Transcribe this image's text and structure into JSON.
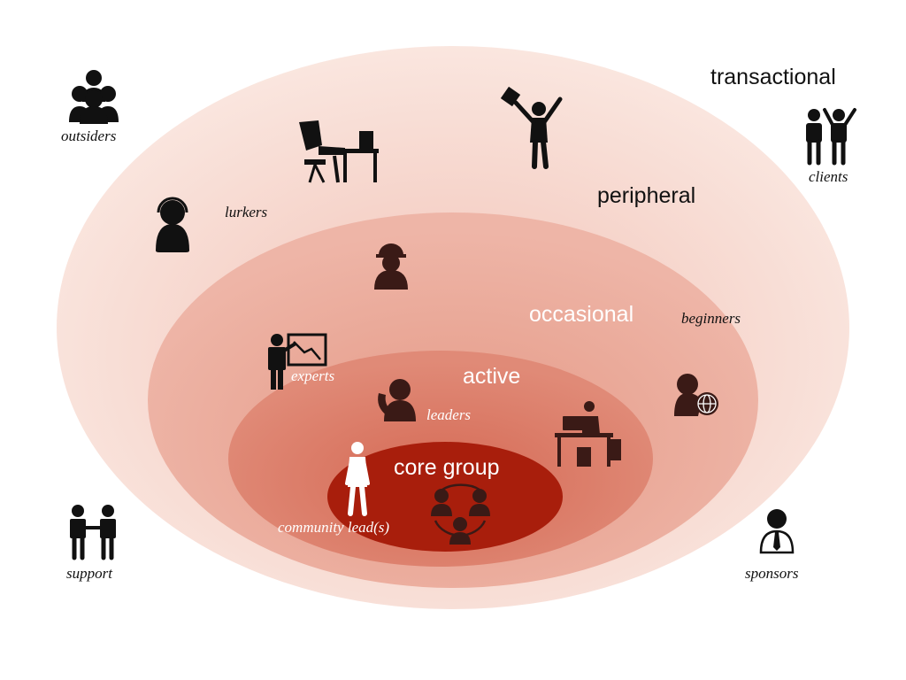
{
  "rings": {
    "transactional": "transactional",
    "peripheral": "peripheral",
    "occasional": "occasional",
    "active": "active",
    "core": "core group"
  },
  "roles": {
    "outsiders": "outsiders",
    "clients": "clients",
    "lurkers": "lurkers",
    "beginners": "beginners",
    "experts": "experts",
    "leaders": "leaders",
    "community_leads": "community lead(s)",
    "support": "support",
    "sponsors": "sponsors"
  },
  "colors": {
    "outer": "#f7d9cf",
    "peripheral": "#eaa898",
    "occasional": "#dc7f6c",
    "active": "#c9503f",
    "core": "#a81e0c",
    "icon_dark": "#111111",
    "icon_inner": "#3a1a16",
    "label_light": "#ffffff"
  },
  "icons": [
    "people-group-icon",
    "person-reclining-desk-icon",
    "person-celebrating-icon",
    "clients-icon",
    "headset-person-icon",
    "construction-worker-icon",
    "presenter-chart-icon",
    "person-phone-icon",
    "person-globe-icon",
    "desk-workers-icon",
    "standing-person-icon",
    "connected-people-icon",
    "handshake-support-icon",
    "businessperson-icon"
  ]
}
